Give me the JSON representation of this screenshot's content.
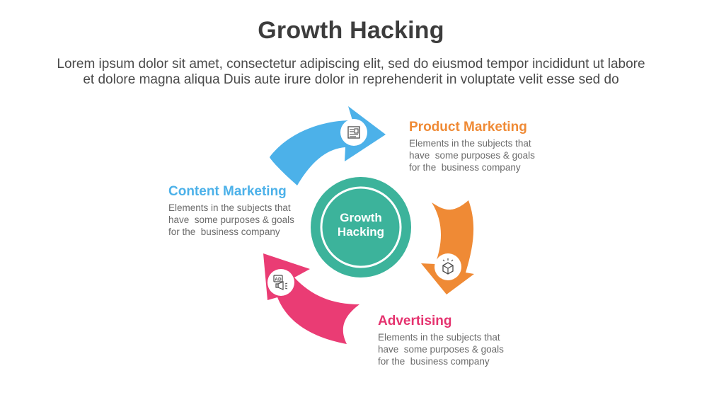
{
  "header": {
    "title": "Growth Hacking",
    "subtitle_line1": "Lorem ipsum dolor sit amet, consectetur adipiscing elit, sed do eiusmod tempor incididunt ut labore",
    "subtitle_line2": "et dolore magna aliqua Duis aute irure dolor in reprehenderit in voluptate velit esse sed do"
  },
  "center": {
    "line1": "Growth",
    "line2": "Hacking",
    "color": "#3cb39b"
  },
  "items": [
    {
      "title": "Product Marketing",
      "desc_line1": "Elements in the subjects that",
      "desc_line2": "have  some purposes & goals",
      "desc_line3": "for the  business company",
      "color": "#ef8a35",
      "arrow_color": "#4cb1e9",
      "icon": "blueprint-icon"
    },
    {
      "title": "Content Marketing",
      "desc_line1": "Elements in the subjects that",
      "desc_line2": "have  some purposes & goals",
      "desc_line3": "for the  business company",
      "color": "#4cb1e9",
      "arrow_color": "#ea3c74",
      "icon": "ad-megaphone-icon"
    },
    {
      "title": "Advertising",
      "desc_line1": "Elements in the subjects that",
      "desc_line2": "have  some purposes & goals",
      "desc_line3": "for the  business company",
      "color": "#e5336f",
      "arrow_color": "#ef8a35",
      "icon": "product-box-icon"
    }
  ]
}
